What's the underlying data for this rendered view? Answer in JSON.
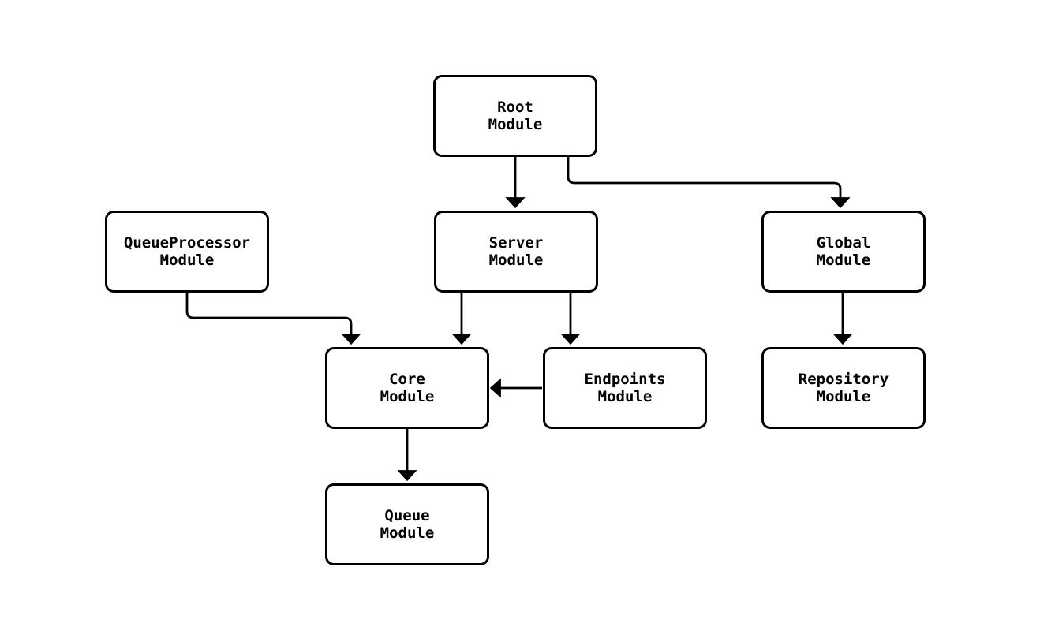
{
  "diagram": {
    "kind": "module-dependency-graph",
    "colors": {
      "stroke": "#000000",
      "node_fill": "#ffffff",
      "background": "#ffffff"
    },
    "nodes": [
      {
        "id": "root",
        "label": "Root\nModule"
      },
      {
        "id": "queueprocessor",
        "label": "QueueProcessor\nModule"
      },
      {
        "id": "server",
        "label": "Server\nModule"
      },
      {
        "id": "global",
        "label": "Global\nModule"
      },
      {
        "id": "core",
        "label": "Core\nModule"
      },
      {
        "id": "endpoints",
        "label": "Endpoints\nModule"
      },
      {
        "id": "repository",
        "label": "Repository\nModule"
      },
      {
        "id": "queue",
        "label": "Queue\nModule"
      }
    ],
    "edges": [
      {
        "from": "root",
        "to": "server"
      },
      {
        "from": "root",
        "to": "global"
      },
      {
        "from": "queueprocessor",
        "to": "core"
      },
      {
        "from": "server",
        "to": "core"
      },
      {
        "from": "server",
        "to": "endpoints"
      },
      {
        "from": "endpoints",
        "to": "core"
      },
      {
        "from": "global",
        "to": "repository"
      },
      {
        "from": "core",
        "to": "queue"
      }
    ]
  }
}
